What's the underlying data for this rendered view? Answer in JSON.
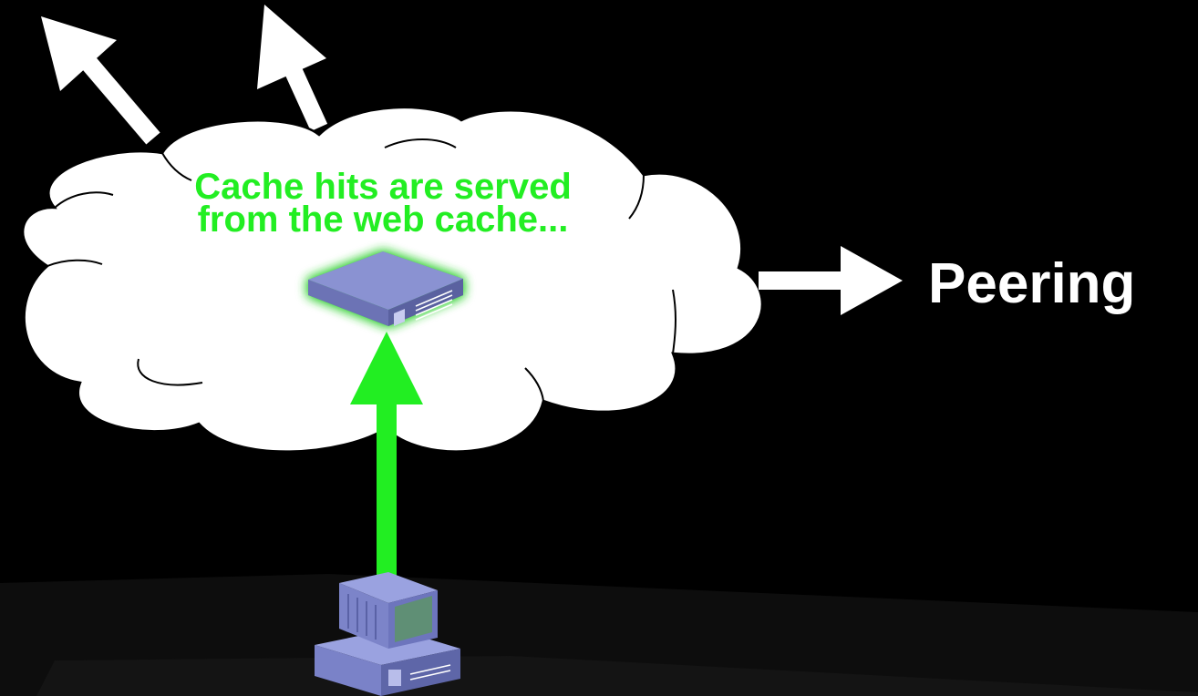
{
  "caption": {
    "line1": "Cache hits are served",
    "line2": "from the web cache..."
  },
  "peering": {
    "label": "Peering"
  },
  "icons": {
    "cache_server": "server-appliance-icon",
    "client": "desktop-computer-icon"
  },
  "colors": {
    "background": "#000000",
    "highlight": "#22ee22",
    "arrow": "#ffffff",
    "cloud_fill": "#ffffff",
    "device_blue": "#7b82c4",
    "screen_green": "#5f8f75"
  }
}
